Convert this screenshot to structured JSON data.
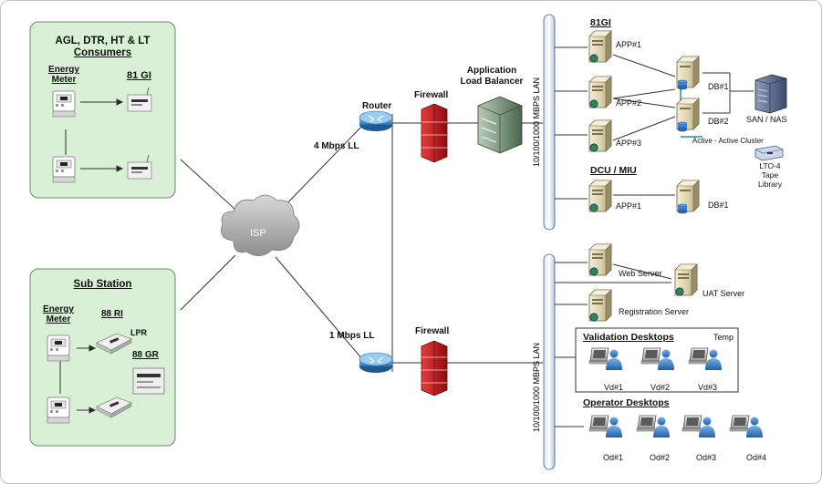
{
  "consumers": {
    "title_line1": "AGL, DTR, HT & LT",
    "title_line2": "Consumers",
    "meter_label_line1": "Energy",
    "meter_label_line2": "Meter",
    "modem_label": "81 GI"
  },
  "substation": {
    "title": "Sub Station",
    "meter_label_line1": "Energy",
    "meter_label_line2": "Meter",
    "ri_label": "88 RI",
    "lpr_label": "LPR",
    "gr_label": "88 GR"
  },
  "isp_label": "ISP",
  "links": {
    "top": "4 Mbps LL",
    "bottom": "1 Mbps LL"
  },
  "router_label": "Router",
  "firewall_top_label": "Firewall",
  "firewall_bottom_label": "Firewall",
  "load_balancer": {
    "line1": "Application",
    "line2": "Load Balancer"
  },
  "lan_top_label": "10/100/1000 MBPS LAN",
  "lan_bottom_label": "10/100/1000 MBPS LAN",
  "gi_section": {
    "title": "81GI",
    "app1": "APP#1",
    "app2": "APP#2",
    "app3": "APP#3",
    "db1": "DB#1",
    "db2": "DB#2",
    "cluster": "Active - Active Cluster",
    "san": "SAN / NAS",
    "tape_line1": "LTO-4",
    "tape_line2": "Tape",
    "tape_line3": "Library"
  },
  "dcu_section": {
    "title": "DCU / MIU",
    "app1": "APP#1",
    "db1": "DB#1"
  },
  "servers": {
    "web": "Web Server",
    "uat": "UAT Server",
    "registration": "Registration Server"
  },
  "validation": {
    "title": "Validation Desktops",
    "temp": "Temp",
    "desktops": [
      "Vd#1",
      "Vd#2",
      "Vd#3"
    ]
  },
  "operator": {
    "title": "Operator Desktops",
    "desktops": [
      "Od#1",
      "Od#2",
      "Od#3",
      "Od#4"
    ]
  }
}
